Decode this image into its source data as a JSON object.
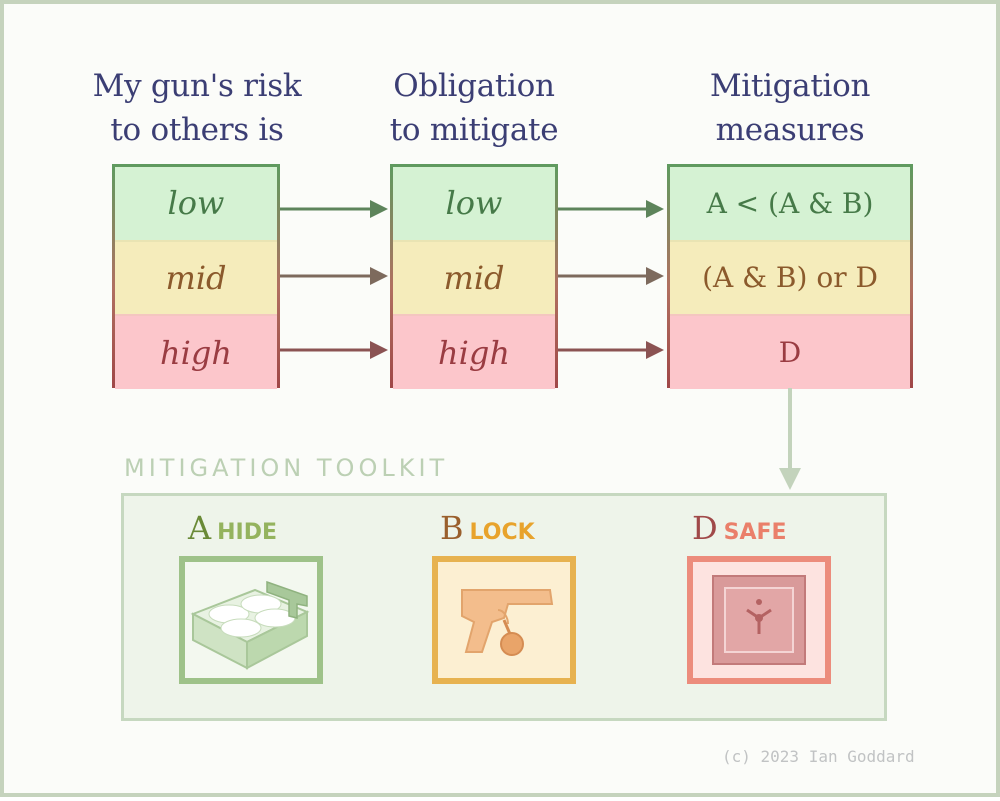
{
  "headers": {
    "risk": [
      "My gun's risk",
      "to others is"
    ],
    "obligation": [
      "Obligation",
      "to mitigate"
    ],
    "measures": [
      "Mitigation",
      "measures"
    ]
  },
  "risk_levels": [
    "low",
    "mid",
    "high"
  ],
  "obligation_levels": [
    "low",
    "mid",
    "high"
  ],
  "measures": [
    "A < (A & B)",
    "(A & B) or D",
    "D"
  ],
  "toolkit": {
    "title": "MITIGATION TOOLKIT",
    "items": [
      {
        "letter": "A",
        "word": "HIDE",
        "icon": "drawer-with-gun-icon"
      },
      {
        "letter": "B",
        "word": "LOCK",
        "icon": "trigger-lock-pistol-icon"
      },
      {
        "letter": "D",
        "word": "SAFE",
        "icon": "safe-icon"
      }
    ]
  },
  "credit": "(c) 2023 Ian Goddard",
  "colors": {
    "low": "#d5f2d3",
    "mid": "#f5ecbb",
    "high": "#fcc6cb",
    "heading": "#3b3e74",
    "toolkit_bg": "#eef4ea"
  }
}
